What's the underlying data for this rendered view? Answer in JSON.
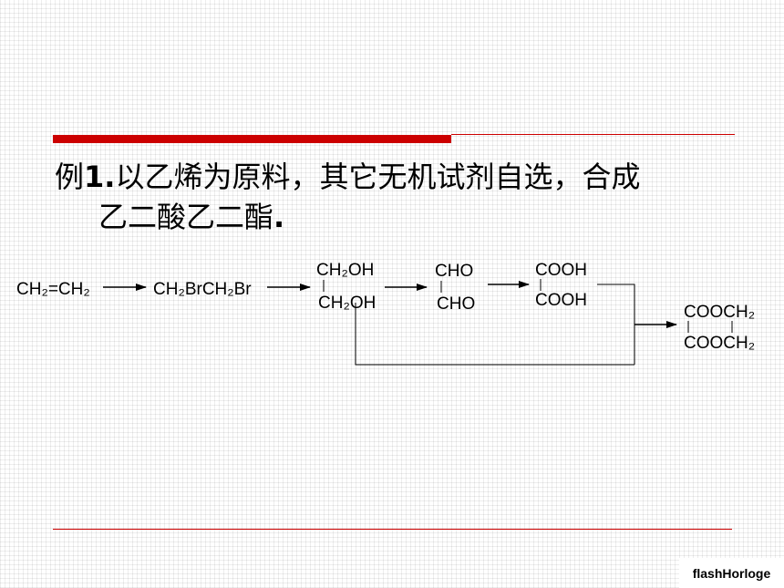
{
  "slide": {
    "title_prefix": "例",
    "title_number": "1.",
    "title_line1_rest": "以乙烯为原料，其它无机试剂自选，合成",
    "title_line2": "乙二酸乙二酯",
    "title_line2_end": "."
  },
  "scheme": {
    "ethylene": "CH₂=CH₂",
    "dibromide": "CH₂BrCH₂Br",
    "glycol_top": "CH₂OH",
    "glycol_bottom": "CH₂OH",
    "glyoxal_top": "CHO",
    "glyoxal_bottom": "CHO",
    "oxalic_top": "COOH",
    "oxalic_bottom": "COOH",
    "ester_top": "COOCH₂",
    "ester_bottom": "COOCH₂"
  },
  "watermark": {
    "text": "flashHorloge"
  },
  "colors": {
    "accent": "#cc0000",
    "text": "#000000"
  }
}
